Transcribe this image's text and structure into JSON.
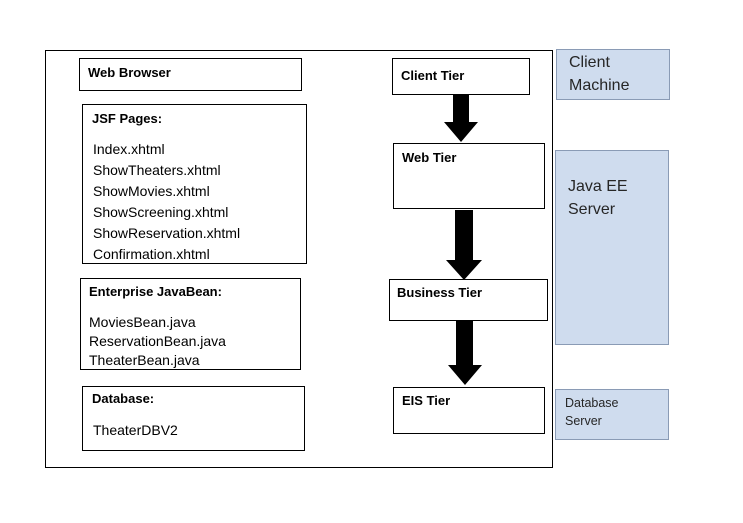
{
  "components": {
    "web_browser": {
      "title": "Web Browser"
    },
    "jsf_pages": {
      "title": "JSF Pages:",
      "items": [
        "Index.xhtml",
        "ShowTheaters.xhtml",
        "ShowMovies.xhtml",
        "ShowScreening.xhtml",
        "ShowReservation.xhtml",
        "Confirmation.xhtml"
      ]
    },
    "ejb": {
      "title": "Enterprise JavaBean:",
      "items": [
        "MoviesBean.java",
        "ReservationBean.java",
        "TheaterBean.java"
      ]
    },
    "database": {
      "title": "Database:",
      "items": [
        "TheaterDBV2"
      ]
    }
  },
  "tiers": [
    "Client Tier",
    "Web Tier",
    "Business Tier",
    "EIS Tier"
  ],
  "machines": {
    "client": [
      "Client",
      "Machine"
    ],
    "javaee": [
      "Java EE",
      "Server"
    ],
    "db": [
      "Database",
      "Server"
    ]
  },
  "colors": {
    "machine_fill": "#cfdcee",
    "machine_border": "#8a9bb5",
    "arrow": "#000000"
  }
}
